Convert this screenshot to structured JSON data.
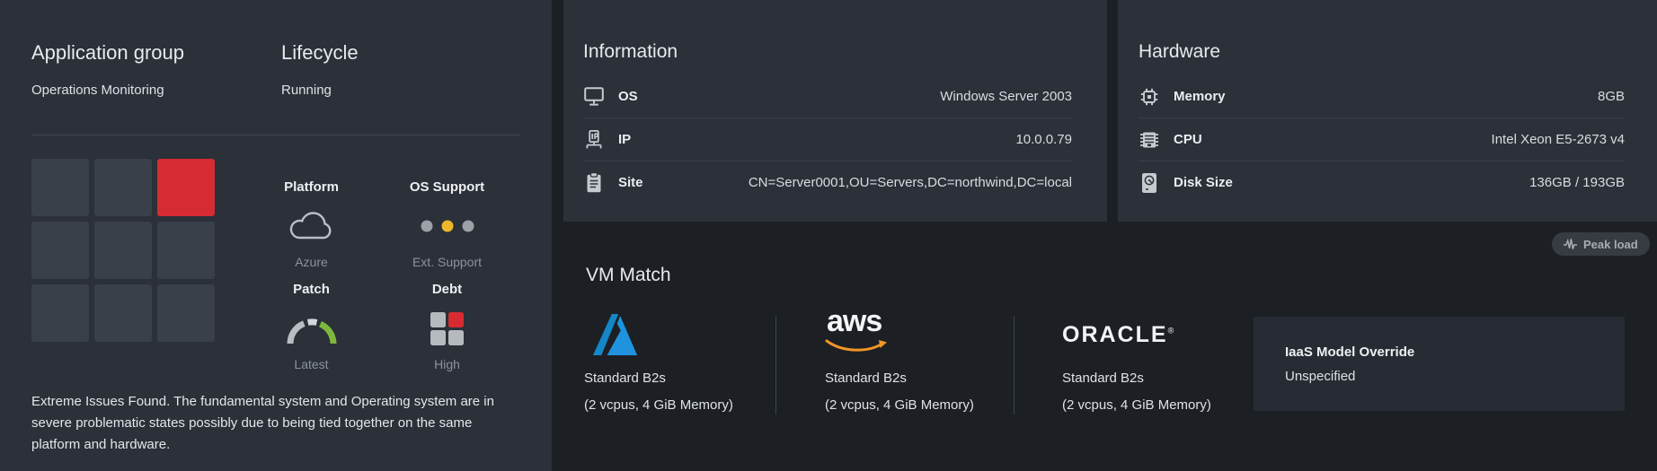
{
  "left_panel": {
    "application_group": {
      "title": "Application group",
      "value": "Operations Monitoring"
    },
    "lifecycle": {
      "title": "Lifecycle",
      "value": "Running"
    },
    "risk_heatmap": {
      "cells": [
        "normal",
        "normal",
        "alert",
        "normal",
        "normal",
        "normal",
        "normal",
        "normal",
        "normal"
      ]
    },
    "metrics": [
      {
        "label": "Platform",
        "icon": "cloud-icon",
        "caption": "Azure"
      },
      {
        "label": "OS Support",
        "icon": "support-dots-icon",
        "caption": "Ext. Support"
      },
      {
        "label": "Patch",
        "icon": "patch-gauge-icon",
        "caption": "Latest"
      },
      {
        "label": "Debt",
        "icon": "debt-grid-icon",
        "caption": "High"
      }
    ],
    "warning_text": "Extreme Issues Found. The fundamental system and Operating system are in severe problematic states possibly due to being tied together on the same platform and hardware."
  },
  "information": {
    "title": "Information",
    "rows": [
      {
        "icon": "monitor-icon",
        "label": "OS",
        "value": "Windows Server 2003"
      },
      {
        "icon": "network-icon",
        "label": "IP",
        "value": "10.0.0.79"
      },
      {
        "icon": "clipboard-icon",
        "label": "Site",
        "value": "CN=Server0001,OU=Servers,DC=northwind,DC=local"
      }
    ]
  },
  "hardware": {
    "title": "Hardware",
    "rows": [
      {
        "icon": "memory-chip-icon",
        "label": "Memory",
        "value": "8GB"
      },
      {
        "icon": "cpu-chip-icon",
        "label": "CPU",
        "value": "Intel Xeon E5-2673 v4"
      },
      {
        "icon": "disk-icon",
        "label": "Disk Size",
        "value": "136GB / 193GB"
      }
    ]
  },
  "vm_match": {
    "title": "VM Match",
    "peak_load": {
      "label": "Peak load",
      "icon": "waveform-icon"
    },
    "providers": [
      {
        "id": "azure",
        "logo": "azure-logo",
        "wordmark": "",
        "vm_name": "Standard B2s",
        "vm_spec": "(2 vcpus, 4 GiB Memory)"
      },
      {
        "id": "aws",
        "logo": "aws-logo",
        "wordmark": "aws",
        "vm_name": "Standard B2s",
        "vm_spec": "(2 vcpus, 4 GiB Memory)"
      },
      {
        "id": "oracle",
        "logo": "oracle-logo",
        "wordmark": "ORACLE",
        "vm_name": "Standard B2s",
        "vm_spec": "(2 vcpus, 4 GiB Memory)"
      }
    ],
    "iaas_override": {
      "label": "IaaS Model Override",
      "value": "Unspecified"
    }
  },
  "colors": {
    "page_bg": "#1c2025",
    "card_bg": "#2b3039",
    "alert_red": "#d62b33",
    "warning_amber": "#eeb62b",
    "ok_green": "#7cb83e",
    "azure_blue": "#2196dc",
    "aws_orange": "#f19527"
  }
}
